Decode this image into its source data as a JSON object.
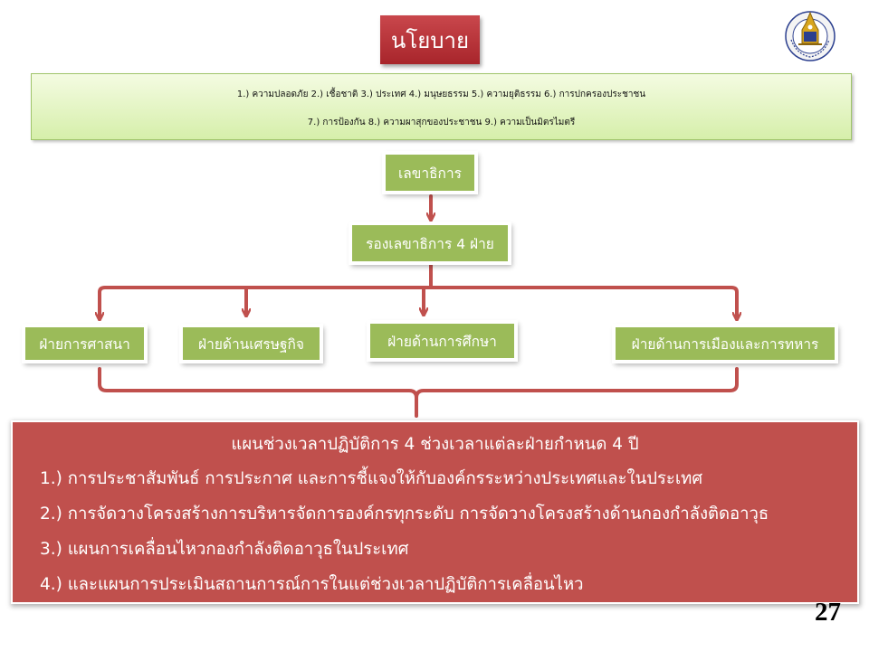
{
  "title": "นโยบาย",
  "logo": {
    "icon": "university-emblem-icon",
    "text": "Prince of Songkla University"
  },
  "policy_line1": "1.) ความปลอดภัย   2.) เชื้อชาติ  3.) ประเทศ 4.) มนุษยธรรม  5.) ความยุติธรรม 6.) การปกครองประชาชน",
  "policy_line2": "7.) การป้องกัน 8.) ความผาสุกของประชาชน 9.) ความเป็นมิตรไมตรี",
  "secretary": "เลขาธิการ",
  "deputy": "รองเลขาธิการ 4 ฝ่าย",
  "departments": [
    "ฝ่ายการศาสนา",
    "ฝ่ายด้านเศรษฐกิจ",
    "ฝ่ายด้านการศึกษา",
    "ฝ่ายด้านการเมืองและการทหาร"
  ],
  "plan": {
    "title": "แผนช่วงเวลาปฏิบัติการ 4 ช่วงเวลาแต่ละฝ่ายกำหนด 4  ปี",
    "items": [
      "1.) การประชาสัมพันธ์ การประกาศ และการชี้แจงให้กับองค์กรระหว่างประเทศและในประเทศ",
      "2.) การจัดวางโครงสร้างการบริหารจัดการองค์กรทุกระดับ การจัดวางโครงสร้างด้านกองกำลังติดอาวุธ",
      "3.) แผนการเคลื่อนไหวกองกำลังติดอาวุธในประเทศ",
      "4.) และแผนการประเมินสถานการณ์การในแต่ช่วงเวลาปฏิบัติการเคลื่อนไหว"
    ]
  },
  "page_number": "27",
  "colors": {
    "title_red": "#b83439",
    "green_box": "#9bbb59",
    "plan_red": "#c0504d",
    "connector": "#c0504d"
  }
}
